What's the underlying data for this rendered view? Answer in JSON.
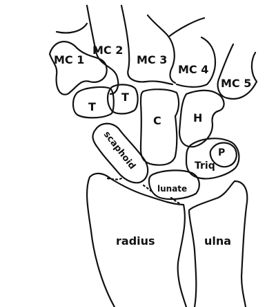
{
  "diagram": {
    "line_color": "#111111",
    "background": "#ffffff",
    "labels": {
      "mc1": "MC 1",
      "mc2": "MC 2",
      "mc3": "MC 3",
      "mc4": "MC 4",
      "mc5": "MC 5",
      "trapezium": "T",
      "trapezoid": "T",
      "capitate": "C",
      "hamate": "H",
      "scaphoid": "scaphoid",
      "lunate": "lunate",
      "triquetrum": "Triq",
      "pisiform": "P",
      "radius": "radius",
      "ulna": "ulna"
    }
  }
}
